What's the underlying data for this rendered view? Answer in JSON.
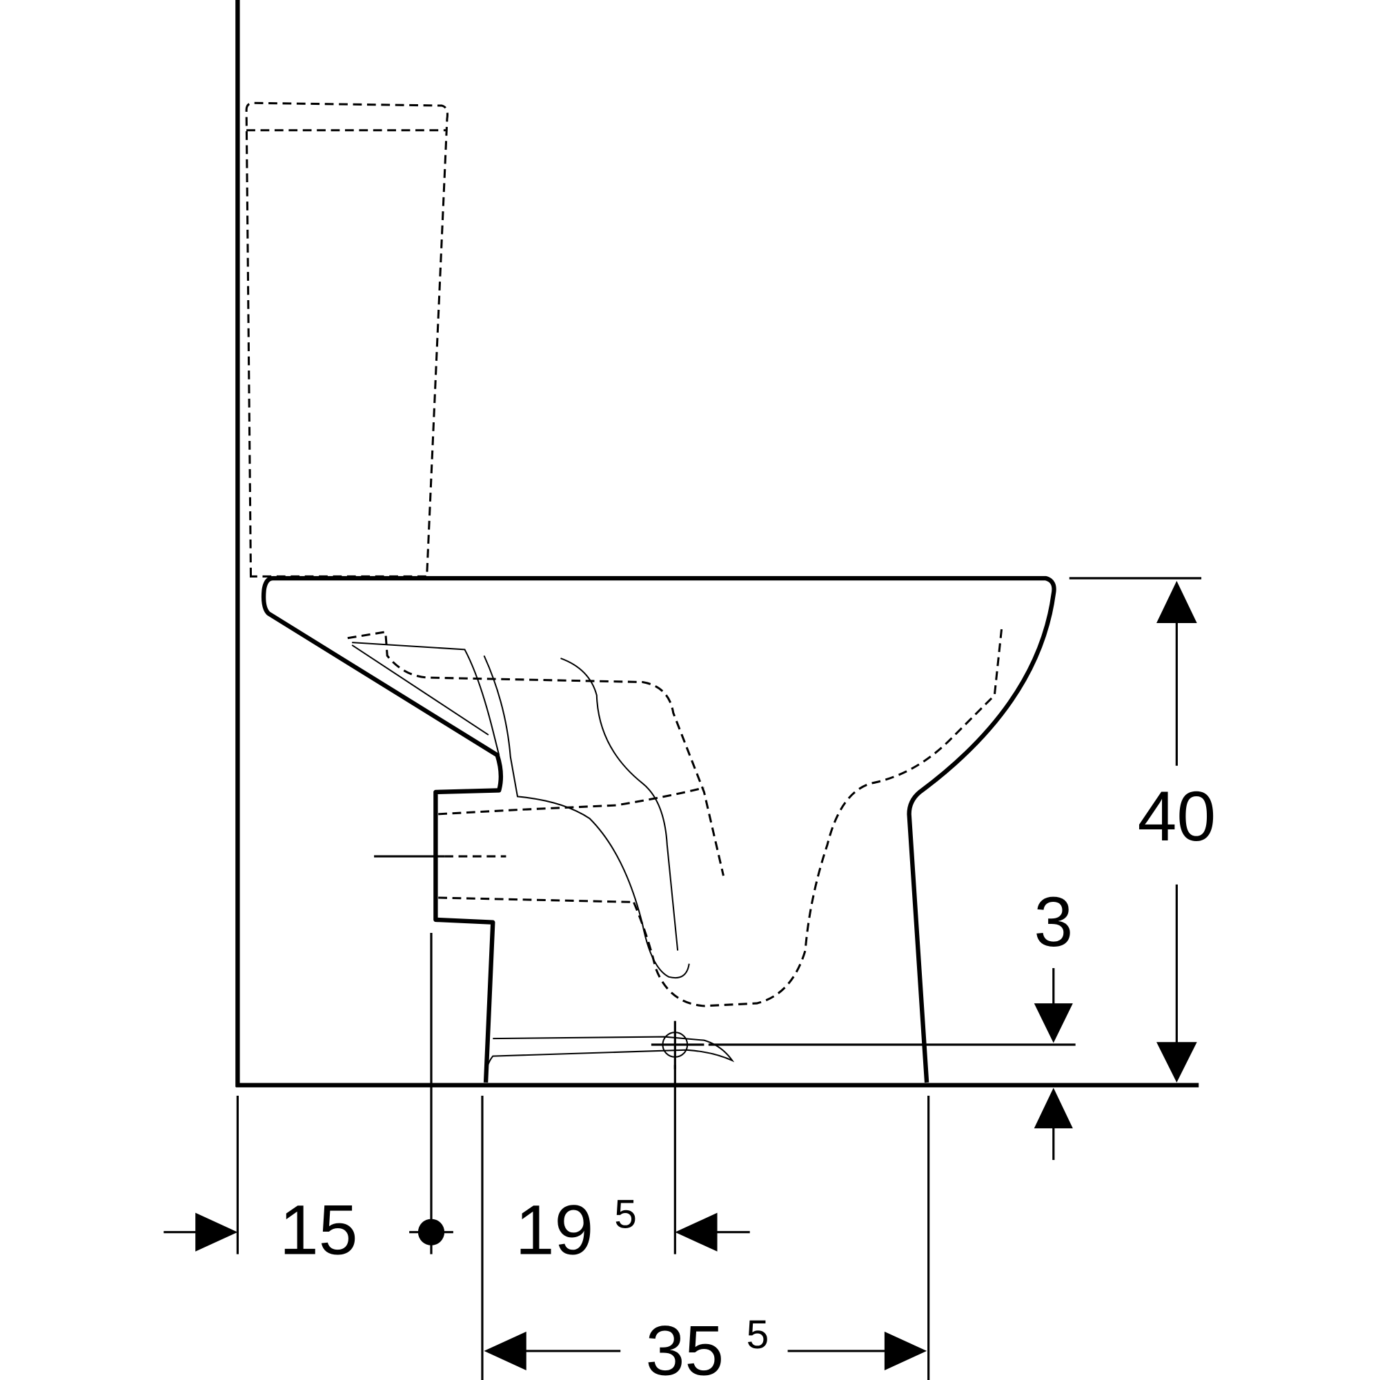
{
  "dimensions": {
    "height": {
      "value": "40"
    },
    "outlet_height": {
      "value": "3"
    },
    "wall_to_inlet": {
      "value": "15"
    },
    "inlet_to_outlet": {
      "value": "19",
      "fraction": "5"
    },
    "foot_depth": {
      "value": "35",
      "fraction": "5"
    }
  }
}
